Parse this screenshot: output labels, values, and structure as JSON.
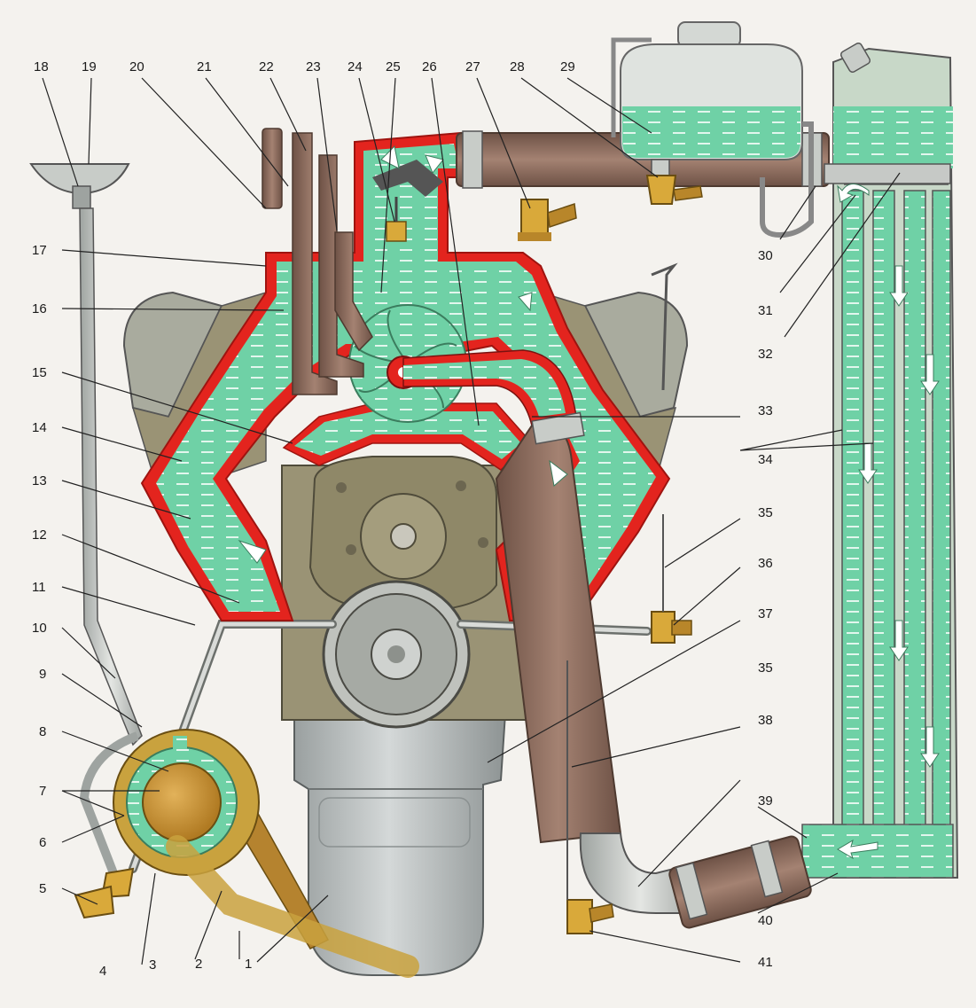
{
  "diagram": {
    "colors": {
      "coolant": "#6fd1a6",
      "coolant_stripe": "#ffffff",
      "jacket_wall": "#e3241e",
      "engine_block": "#9a9375",
      "engine_head": "#a9ab9e",
      "hose": "#8a6a5a",
      "pipe": "#c8ccc8",
      "brass": "#d9a93a",
      "pan": "#b8bdbd",
      "heater_core": "#c98f2a",
      "background": "#f4f2ee"
    },
    "components": [
      {
        "name": "oil-sump",
        "icon": "oil-pan-icon"
      },
      {
        "name": "heater-core",
        "icon": "heater-core-icon"
      },
      {
        "name": "heater-valve",
        "icon": "valve-icon"
      },
      {
        "name": "filler-funnel",
        "icon": "funnel-icon"
      },
      {
        "name": "thermostat",
        "icon": "thermostat-icon"
      },
      {
        "name": "water-pump",
        "icon": "impeller-icon"
      },
      {
        "name": "expansion-tank",
        "icon": "tank-icon"
      },
      {
        "name": "radiator",
        "icon": "radiator-icon"
      },
      {
        "name": "drain-cock",
        "icon": "drain-cock-icon"
      }
    ],
    "labels": [
      {
        "id": "1",
        "text": "1"
      },
      {
        "id": "2",
        "text": "2"
      },
      {
        "id": "3",
        "text": "3"
      },
      {
        "id": "4",
        "text": "4"
      },
      {
        "id": "5",
        "text": "5"
      },
      {
        "id": "6",
        "text": "6"
      },
      {
        "id": "7",
        "text": "7"
      },
      {
        "id": "8",
        "text": "8"
      },
      {
        "id": "9",
        "text": "9"
      },
      {
        "id": "10",
        "text": "10"
      },
      {
        "id": "11",
        "text": "11"
      },
      {
        "id": "12",
        "text": "12"
      },
      {
        "id": "13",
        "text": "13"
      },
      {
        "id": "14",
        "text": "14"
      },
      {
        "id": "15",
        "text": "15"
      },
      {
        "id": "16",
        "text": "16"
      },
      {
        "id": "17",
        "text": "17"
      },
      {
        "id": "18",
        "text": "18"
      },
      {
        "id": "19",
        "text": "19"
      },
      {
        "id": "20",
        "text": "20"
      },
      {
        "id": "21",
        "text": "21"
      },
      {
        "id": "22",
        "text": "22"
      },
      {
        "id": "23",
        "text": "23"
      },
      {
        "id": "24",
        "text": "24"
      },
      {
        "id": "25",
        "text": "25"
      },
      {
        "id": "26",
        "text": "26"
      },
      {
        "id": "27",
        "text": "27"
      },
      {
        "id": "28",
        "text": "28"
      },
      {
        "id": "29",
        "text": "29"
      },
      {
        "id": "30",
        "text": "30"
      },
      {
        "id": "31",
        "text": "31"
      },
      {
        "id": "32",
        "text": "32"
      },
      {
        "id": "33",
        "text": "33"
      },
      {
        "id": "34",
        "text": "34"
      },
      {
        "id": "35a",
        "text": "35"
      },
      {
        "id": "36",
        "text": "36"
      },
      {
        "id": "37",
        "text": "37"
      },
      {
        "id": "35b",
        "text": "35"
      },
      {
        "id": "38",
        "text": "38"
      },
      {
        "id": "39",
        "text": "39"
      },
      {
        "id": "40",
        "text": "40"
      },
      {
        "id": "41",
        "text": "41"
      }
    ]
  }
}
